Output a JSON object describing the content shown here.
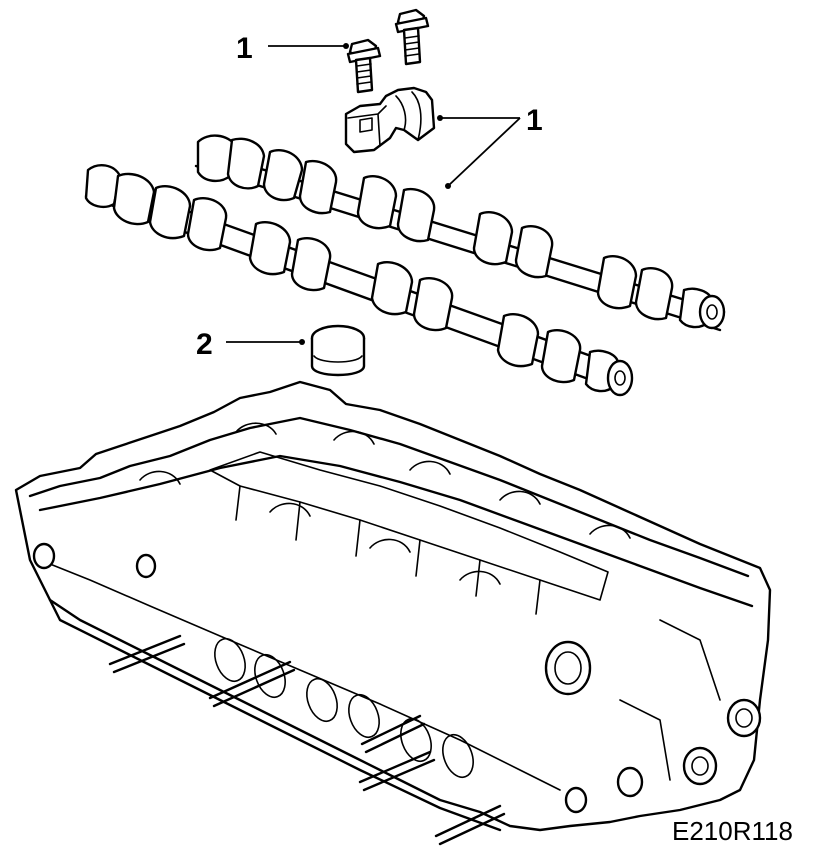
{
  "callouts": {
    "bolt_label": "1",
    "cap_label": "1",
    "tappet_label": "2"
  },
  "reference_code": "E210R118"
}
